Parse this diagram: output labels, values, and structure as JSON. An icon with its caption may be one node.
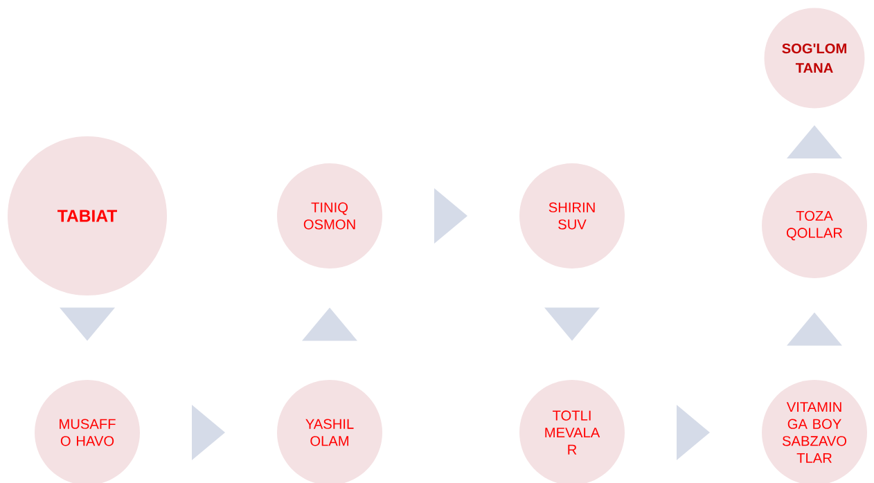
{
  "diagram": {
    "nodes": [
      {
        "text": [
          "TABIAT"
        ]
      },
      {
        "text": [
          "MUSAFF O HAVO"
        ]
      },
      {
        "text": [
          "YASHIL OLAM"
        ]
      },
      {
        "text": [
          "TINIQ OSMON"
        ]
      },
      {
        "text": [
          "SHIRIN SUV"
        ]
      },
      {
        "text": [
          "TOTLI MEVALA R"
        ]
      },
      {
        "text": [
          "VITAMIN GA BOY SABZAVO TLAR"
        ]
      },
      {
        "text": [
          "TOZA QOLLAR"
        ]
      },
      {
        "text": [
          "SOG'LOM TANA"
        ]
      }
    ],
    "edges": [
      {
        "from": 0,
        "to": 1,
        "arrow": "to"
      },
      {
        "from": 1,
        "to": 2,
        "arrow": "to"
      },
      {
        "from": 2,
        "to": 3,
        "arrow": "to"
      },
      {
        "from": 3,
        "to": 4,
        "arrow": "to"
      },
      {
        "from": 4,
        "to": 5,
        "arrow": "to"
      },
      {
        "from": 5,
        "to": 6,
        "arrow": "to"
      },
      {
        "from": 6,
        "to": 7,
        "arrow": "to"
      },
      {
        "from": 7,
        "to": 8,
        "arrow": "to"
      }
    ]
  }
}
